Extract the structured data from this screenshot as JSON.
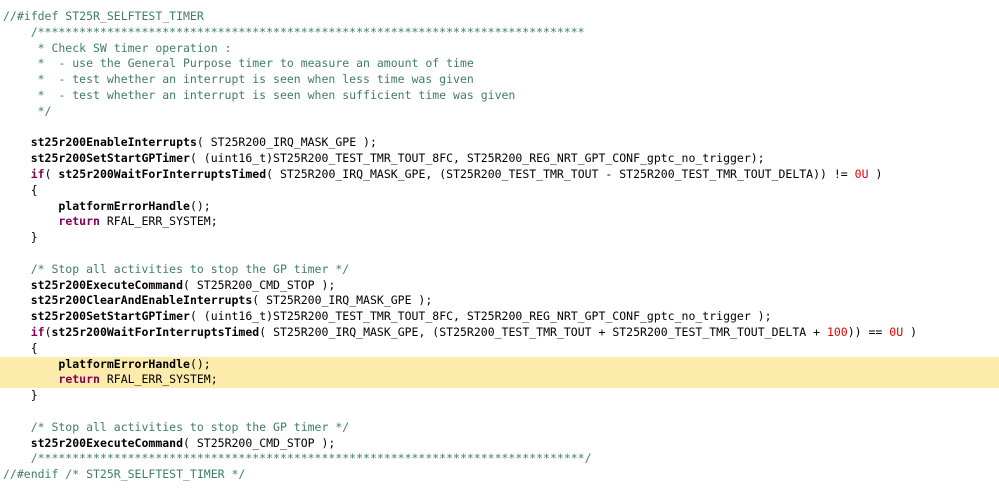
{
  "editor": {
    "lines": [
      [
        {
          "k": "cm",
          "t": "//#ifdef ST25R_SELFTEST_TIMER"
        }
      ],
      [
        {
          "k": "cm",
          "t": "    /*******************************************************************************"
        }
      ],
      [
        {
          "k": "cm",
          "t": "     * Check SW timer operation :"
        }
      ],
      [
        {
          "k": "cm",
          "t": "     *  - use the General Purpose timer to measure an amount of time"
        }
      ],
      [
        {
          "k": "cm",
          "t": "     *  - test whether an interrupt is seen when less time was given"
        }
      ],
      [
        {
          "k": "cm",
          "t": "     *  - test whether an interrupt is seen when sufficient time was given"
        }
      ],
      [
        {
          "k": "cm",
          "t": "     */"
        }
      ],
      [
        {
          "k": "txt",
          "t": ""
        }
      ],
      [
        {
          "k": "txt",
          "t": "    "
        },
        {
          "k": "fn",
          "t": "st25r200EnableInterrupts"
        },
        {
          "k": "txt",
          "t": "( ST25R200_IRQ_MASK_GPE );"
        }
      ],
      [
        {
          "k": "txt",
          "t": "    "
        },
        {
          "k": "fn",
          "t": "st25r200SetStartGPTimer"
        },
        {
          "k": "txt",
          "t": "( (uint16_t)ST25R200_TEST_TMR_TOUT_8FC, ST25R200_REG_NRT_GPT_CONF_gptc_no_trigger);"
        }
      ],
      [
        {
          "k": "txt",
          "t": "    "
        },
        {
          "k": "kw",
          "t": "if"
        },
        {
          "k": "txt",
          "t": "( "
        },
        {
          "k": "fn",
          "t": "st25r200WaitForInterruptsTimed"
        },
        {
          "k": "txt",
          "t": "( ST25R200_IRQ_MASK_GPE, (ST25R200_TEST_TMR_TOUT - ST25R200_TEST_TMR_TOUT_DELTA)) != "
        },
        {
          "k": "num",
          "t": "0U"
        },
        {
          "k": "txt",
          "t": " )"
        }
      ],
      [
        {
          "k": "txt",
          "t": "    {"
        }
      ],
      [
        {
          "k": "txt",
          "t": "        "
        },
        {
          "k": "fn",
          "t": "platformErrorHandle"
        },
        {
          "k": "txt",
          "t": "();"
        }
      ],
      [
        {
          "k": "txt",
          "t": "        "
        },
        {
          "k": "kw",
          "t": "return"
        },
        {
          "k": "txt",
          "t": " RFAL_ERR_SYSTEM;"
        }
      ],
      [
        {
          "k": "txt",
          "t": "    }"
        }
      ],
      [
        {
          "k": "txt",
          "t": ""
        }
      ],
      [
        {
          "k": "cm",
          "t": "    /* Stop all activities to stop the GP timer */"
        }
      ],
      [
        {
          "k": "txt",
          "t": "    "
        },
        {
          "k": "fn",
          "t": "st25r200ExecuteCommand"
        },
        {
          "k": "txt",
          "t": "( ST25R200_CMD_STOP );"
        }
      ],
      [
        {
          "k": "txt",
          "t": "    "
        },
        {
          "k": "fn",
          "t": "st25r200ClearAndEnableInterrupts"
        },
        {
          "k": "txt",
          "t": "( ST25R200_IRQ_MASK_GPE );"
        }
      ],
      [
        {
          "k": "txt",
          "t": "    "
        },
        {
          "k": "fn",
          "t": "st25r200SetStartGPTimer"
        },
        {
          "k": "txt",
          "t": "( (uint16_t)ST25R200_TEST_TMR_TOUT_8FC, ST25R200_REG_NRT_GPT_CONF_gptc_no_trigger );"
        }
      ],
      [
        {
          "k": "txt",
          "t": "    "
        },
        {
          "k": "kw",
          "t": "if"
        },
        {
          "k": "txt",
          "t": "("
        },
        {
          "k": "fn",
          "t": "st25r200WaitForInterruptsTimed"
        },
        {
          "k": "txt",
          "t": "( ST25R200_IRQ_MASK_GPE, (ST25R200_TEST_TMR_TOUT + ST25R200_TEST_TMR_TOUT_DELTA + "
        },
        {
          "k": "num",
          "t": "100"
        },
        {
          "k": "txt",
          "t": ")) == "
        },
        {
          "k": "num",
          "t": "0U"
        },
        {
          "k": "txt",
          "t": " )"
        }
      ],
      [
        {
          "k": "txt",
          "t": "    {"
        }
      ],
      [
        {
          "k": "txt",
          "t": "        "
        },
        {
          "k": "fn",
          "t": "platformErrorHandle"
        },
        {
          "k": "txt",
          "t": "();"
        }
      ],
      [
        {
          "k": "txt",
          "t": "        "
        },
        {
          "k": "kw",
          "t": "return"
        },
        {
          "k": "txt",
          "t": " RFAL_ERR_SYSTEM;"
        }
      ],
      [
        {
          "k": "txt",
          "t": "    }"
        }
      ],
      [
        {
          "k": "txt",
          "t": ""
        }
      ],
      [
        {
          "k": "cm",
          "t": "    /* Stop all activities to stop the GP timer */"
        }
      ],
      [
        {
          "k": "txt",
          "t": "    "
        },
        {
          "k": "fn",
          "t": "st25r200ExecuteCommand"
        },
        {
          "k": "txt",
          "t": "( ST25R200_CMD_STOP );"
        }
      ],
      [
        {
          "k": "cm",
          "t": "    /*******************************************************************************/"
        }
      ],
      [
        {
          "k": "cm",
          "t": "//#endif /* ST25R_SELFTEST_TIMER */"
        }
      ]
    ],
    "highlighted_lines": [
      22,
      23
    ],
    "colors": {
      "comment": "#3f7f5f",
      "keyword": "#7f0055",
      "number": "#e00000",
      "highlight": "#fcebab"
    }
  }
}
